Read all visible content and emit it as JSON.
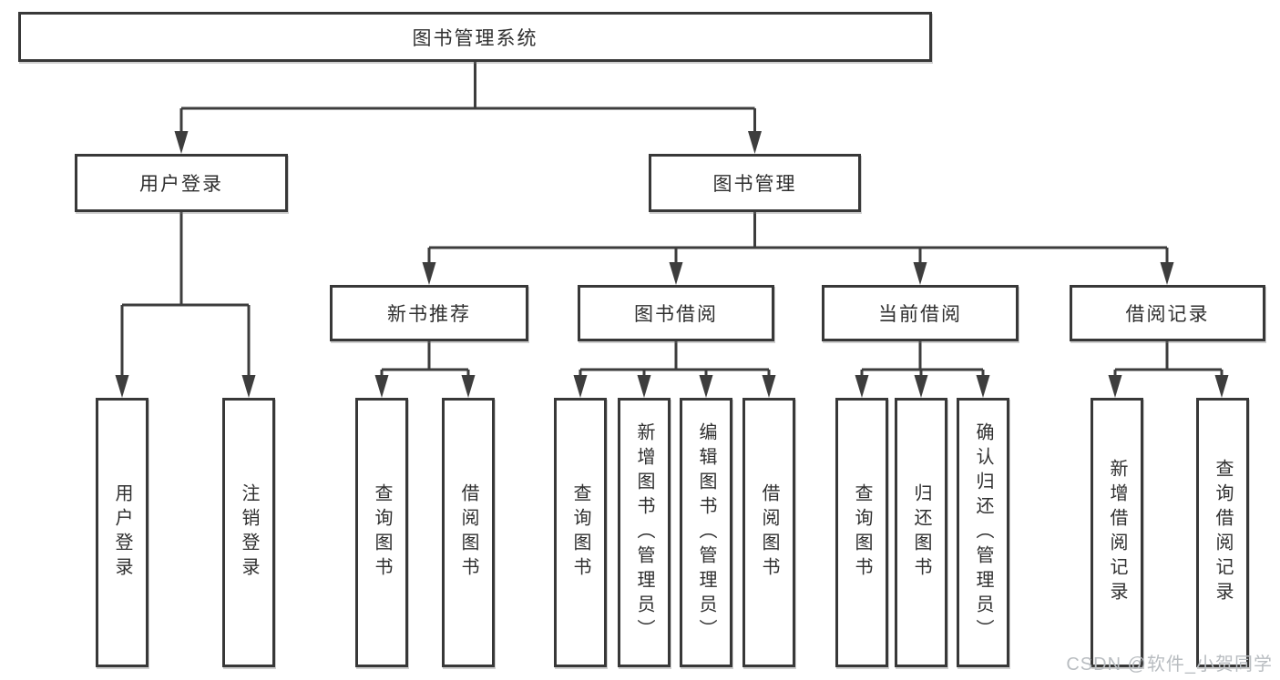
{
  "tree": {
    "root": {
      "label": "图书管理系统",
      "children": [
        {
          "label": "用户登录",
          "children": [
            {
              "label": "用户登录"
            },
            {
              "label": "注销登录"
            }
          ]
        },
        {
          "label": "图书管理",
          "children": [
            {
              "label": "新书推荐",
              "children": [
                {
                  "label": "查询图书"
                },
                {
                  "label": "借阅图书"
                }
              ]
            },
            {
              "label": "图书借阅",
              "children": [
                {
                  "label": "查询图书"
                },
                {
                  "label": "新增图书（管理员）"
                },
                {
                  "label": "编辑图书（管理员）"
                },
                {
                  "label": "借阅图书"
                }
              ]
            },
            {
              "label": "当前借阅",
              "children": [
                {
                  "label": "查询图书"
                },
                {
                  "label": "归还图书"
                },
                {
                  "label": "确认归还（管理员）"
                }
              ]
            },
            {
              "label": "借阅记录",
              "children": [
                {
                  "label": "新增借阅记录"
                },
                {
                  "label": "查询借阅记录"
                }
              ]
            }
          ]
        }
      ]
    }
  },
  "watermark": "CSDN @软件_小贺同学",
  "colors": {
    "line": "#3d3d3d",
    "box_border": "#383838",
    "text": "#2f2f2f",
    "background": "#ffffff",
    "watermark": "#b9bdc1"
  }
}
